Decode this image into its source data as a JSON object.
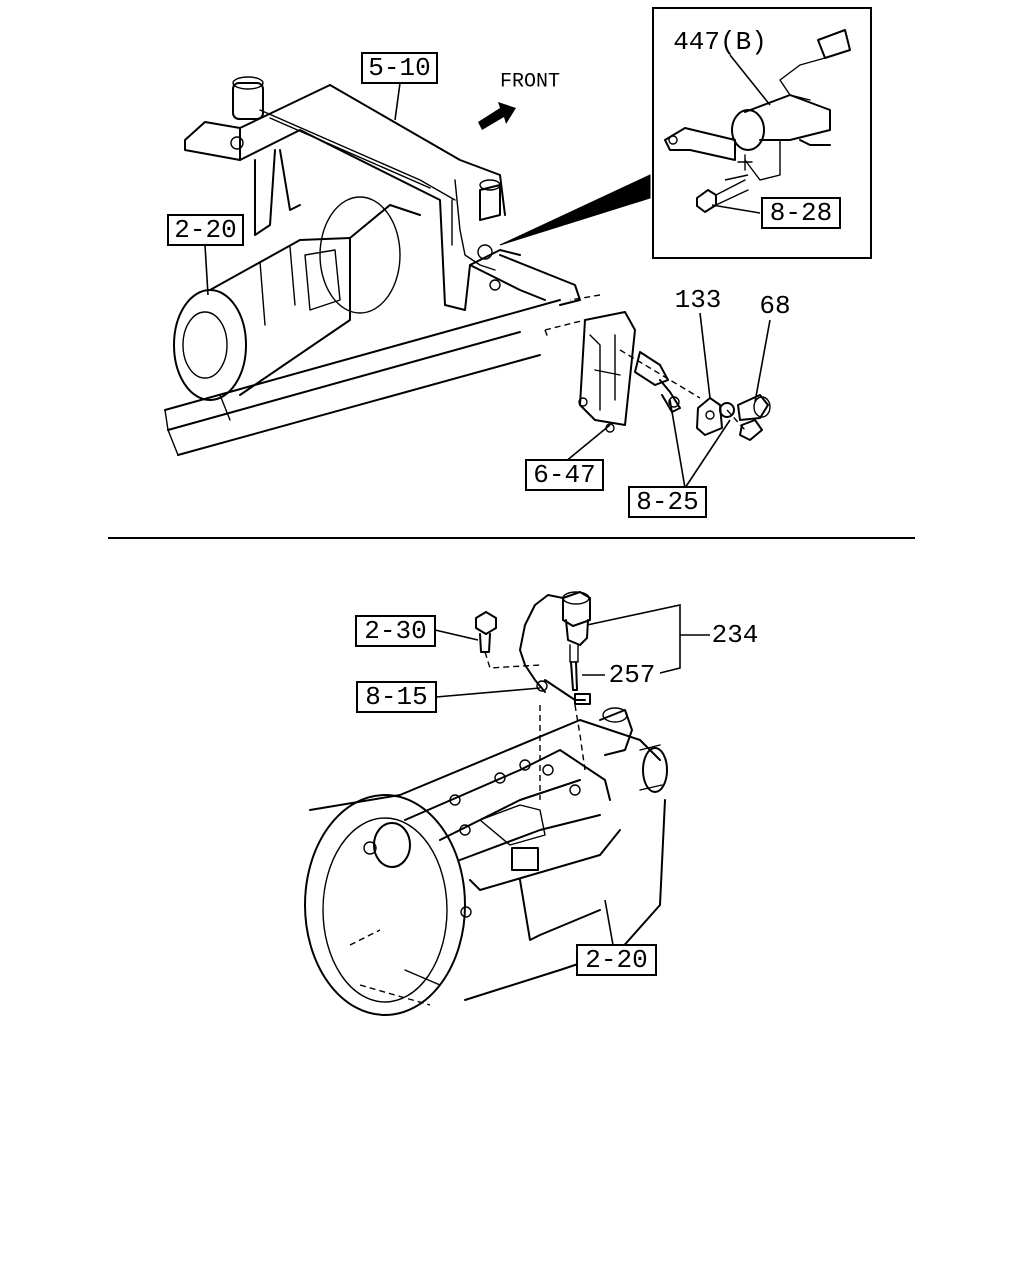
{
  "upper_diagram": {
    "direction_label": "FRONT",
    "callouts": {
      "ref_5_10": "5-10",
      "ref_2_20_top": "2-20",
      "part_447b": "447(B)",
      "ref_8_28": "8-28",
      "part_133": "133",
      "part_68": "68",
      "ref_6_47": "6-47",
      "ref_8_25": "8-25"
    }
  },
  "lower_diagram": {
    "callouts": {
      "ref_2_30": "2-30",
      "part_234": "234",
      "part_257": "257",
      "ref_8_15": "8-15",
      "ref_2_20_bottom": "2-20"
    }
  }
}
